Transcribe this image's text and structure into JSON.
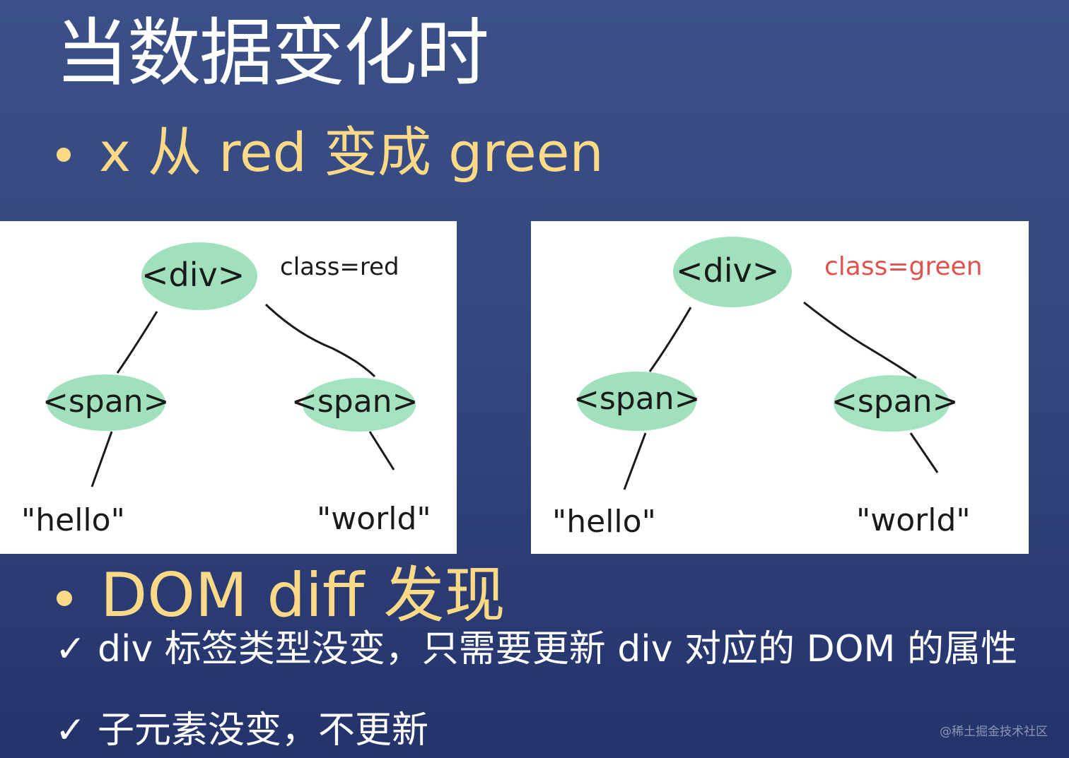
{
  "slide": {
    "title": "当数据变化时",
    "bullet1": "x 从 red 变成 green",
    "bullet2": "DOM diff 发现",
    "checks": [
      {
        "icon": "check-icon",
        "text": "div 标签类型没变，只需要更新 div 对应的 DOM 的属性"
      },
      {
        "icon": "check-icon",
        "text": "子元素没变，不更新"
      }
    ],
    "watermark": "@稀土掘金技术社区",
    "colors": {
      "background": "#33487f",
      "title": "#ffffff",
      "accent": "#fbd986",
      "node_fill": "#8fdcb0",
      "changed_attr": "#e0524e"
    }
  },
  "diagrams": {
    "before": {
      "root": {
        "label": "<div>",
        "attr": "class=red"
      },
      "children": [
        {
          "label": "<span>",
          "text": "\"hello\""
        },
        {
          "label": "<span>",
          "text": "\"world\""
        }
      ]
    },
    "after": {
      "root": {
        "label": "<div>",
        "attr": "class=green"
      },
      "children": [
        {
          "label": "<span>",
          "text": "\"hello\""
        },
        {
          "label": "<span>",
          "text": "\"world\""
        }
      ]
    }
  }
}
